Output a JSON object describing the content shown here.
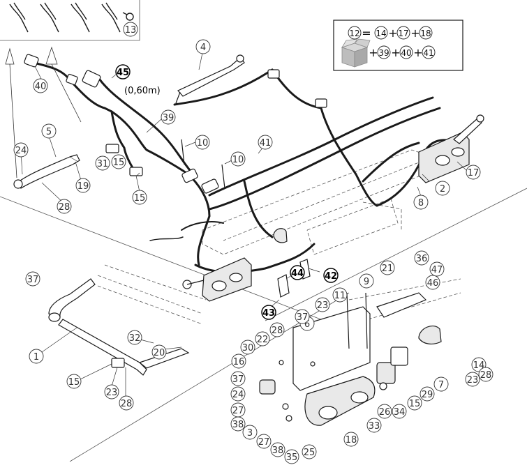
{
  "callouts_plain": [
    {
      "id": "c1",
      "label": "1"
    },
    {
      "id": "c2",
      "label": "2"
    },
    {
      "id": "c3",
      "label": "3"
    },
    {
      "id": "c4",
      "label": "4"
    },
    {
      "id": "c5",
      "label": "5"
    },
    {
      "id": "c6",
      "label": "6"
    },
    {
      "id": "c7",
      "label": "7"
    },
    {
      "id": "c8",
      "label": "8"
    },
    {
      "id": "c9",
      "label": "9"
    },
    {
      "id": "c10a",
      "label": "10"
    },
    {
      "id": "c10b",
      "label": "10"
    },
    {
      "id": "c11",
      "label": "11"
    },
    {
      "id": "c13",
      "label": "13"
    },
    {
      "id": "c14",
      "label": "14"
    },
    {
      "id": "c15a",
      "label": "15"
    },
    {
      "id": "c15b",
      "label": "15"
    },
    {
      "id": "c15c",
      "label": "15"
    },
    {
      "id": "c15d",
      "label": "15"
    },
    {
      "id": "c16",
      "label": "16"
    },
    {
      "id": "c17",
      "label": "17"
    },
    {
      "id": "c18",
      "label": "18"
    },
    {
      "id": "c19",
      "label": "19"
    },
    {
      "id": "c20",
      "label": "20"
    },
    {
      "id": "c21",
      "label": "21"
    },
    {
      "id": "c22",
      "label": "22"
    },
    {
      "id": "c23a",
      "label": "23"
    },
    {
      "id": "c23b",
      "label": "23"
    },
    {
      "id": "c23c",
      "label": "23"
    },
    {
      "id": "c24a",
      "label": "24"
    },
    {
      "id": "c24b",
      "label": "24"
    },
    {
      "id": "c25",
      "label": "25"
    },
    {
      "id": "c26",
      "label": "26"
    },
    {
      "id": "c27a",
      "label": "27"
    },
    {
      "id": "c27b",
      "label": "27"
    },
    {
      "id": "c28a",
      "label": "28"
    },
    {
      "id": "c28b",
      "label": "28"
    },
    {
      "id": "c28c",
      "label": "28"
    },
    {
      "id": "c28d",
      "label": "28"
    },
    {
      "id": "c29",
      "label": "29"
    },
    {
      "id": "c30",
      "label": "30"
    },
    {
      "id": "c31",
      "label": "31"
    },
    {
      "id": "c32",
      "label": "32"
    },
    {
      "id": "c33",
      "label": "33"
    },
    {
      "id": "c34",
      "label": "34"
    },
    {
      "id": "c35",
      "label": "35"
    },
    {
      "id": "c36",
      "label": "36"
    },
    {
      "id": "c37a",
      "label": "37"
    },
    {
      "id": "c37b",
      "label": "37"
    },
    {
      "id": "c37c",
      "label": "37"
    },
    {
      "id": "c38a",
      "label": "38"
    },
    {
      "id": "c38b",
      "label": "38"
    },
    {
      "id": "c39",
      "label": "39"
    },
    {
      "id": "c40",
      "label": "40"
    },
    {
      "id": "c41",
      "label": "41"
    },
    {
      "id": "c46",
      "label": "46"
    },
    {
      "id": "c47",
      "label": "47"
    }
  ],
  "callouts_bold": [
    {
      "id": "b42",
      "label": "42"
    },
    {
      "id": "b43",
      "label": "43"
    },
    {
      "id": "b44",
      "label": "44"
    },
    {
      "id": "b45",
      "label": "45"
    }
  ],
  "cable_length_note": "(0,60m)",
  "kit_box": {
    "row1": [
      {
        "type": "circle",
        "value": "12"
      },
      {
        "type": "op",
        "value": "="
      },
      {
        "type": "circle",
        "value": "14"
      },
      {
        "type": "op",
        "value": "+"
      },
      {
        "type": "circle",
        "value": "17"
      },
      {
        "type": "op",
        "value": "+"
      },
      {
        "type": "circle",
        "value": "18"
      }
    ],
    "row2": [
      {
        "type": "op",
        "value": "+"
      },
      {
        "type": "circle",
        "value": "39"
      },
      {
        "type": "op",
        "value": "+"
      },
      {
        "type": "circle",
        "value": "40"
      },
      {
        "type": "op",
        "value": "+"
      },
      {
        "type": "circle",
        "value": "41"
      }
    ]
  },
  "colors": {
    "line": "#1a1a1a",
    "callout": "#333333",
    "dash": "#555555",
    "part_fill": "#ffffff",
    "lamp_fill": "#e9e9e9",
    "box_gray": "#bdbdbd"
  },
  "icons": [
    "package-box-icon"
  ]
}
